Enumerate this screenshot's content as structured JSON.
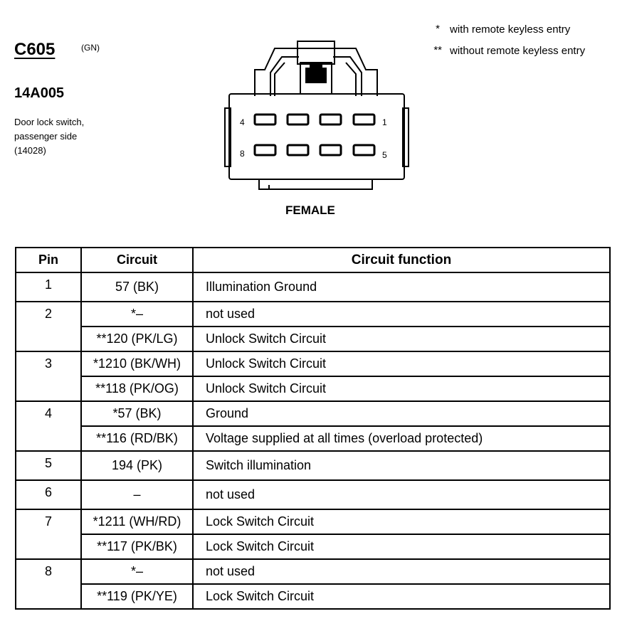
{
  "connector": {
    "id": "C605",
    "color_code": "(GN)",
    "part_number": "14A005",
    "description_lines": [
      "Door lock switch,",
      "passenger side",
      "(14028)"
    ],
    "view_label": "FEMALE",
    "pin_labels": {
      "top_left": "4",
      "top_right": "1",
      "bottom_left": "8",
      "bottom_right": "5"
    }
  },
  "legend": [
    {
      "mark": "*",
      "text": "with remote keyless entry"
    },
    {
      "mark": "**",
      "text": "without remote keyless entry"
    }
  ],
  "table": {
    "headers": [
      "Pin",
      "Circuit",
      "Circuit function"
    ],
    "rows": [
      {
        "pin": "1",
        "circuits": [
          {
            "circuit": "57 (BK)",
            "function": "Illumination Ground"
          }
        ]
      },
      {
        "pin": "2",
        "circuits": [
          {
            "circuit": "*–",
            "function": "not used"
          },
          {
            "circuit": "**120 (PK/LG)",
            "function": "Unlock Switch Circuit"
          }
        ]
      },
      {
        "pin": "3",
        "circuits": [
          {
            "circuit": "*1210 (BK/WH)",
            "function": "Unlock Switch Circuit"
          },
          {
            "circuit": "**118 (PK/OG)",
            "function": "Unlock Switch Circuit"
          }
        ]
      },
      {
        "pin": "4",
        "circuits": [
          {
            "circuit": "*57 (BK)",
            "function": "Ground"
          },
          {
            "circuit": "**116 (RD/BK)",
            "function": "Voltage supplied at all times (overload protected)"
          }
        ]
      },
      {
        "pin": "5",
        "circuits": [
          {
            "circuit": "194 (PK)",
            "function": "Switch illumination"
          }
        ]
      },
      {
        "pin": "6",
        "circuits": [
          {
            "circuit": "–",
            "function": "not used"
          }
        ]
      },
      {
        "pin": "7",
        "circuits": [
          {
            "circuit": "*1211 (WH/RD)",
            "function": "Lock Switch Circuit"
          },
          {
            "circuit": "**117 (PK/BK)",
            "function": "Lock Switch Circuit"
          }
        ]
      },
      {
        "pin": "8",
        "circuits": [
          {
            "circuit": "*–",
            "function": "not used"
          },
          {
            "circuit": "**119 (PK/YE)",
            "function": "Lock Switch Circuit"
          }
        ]
      }
    ]
  }
}
